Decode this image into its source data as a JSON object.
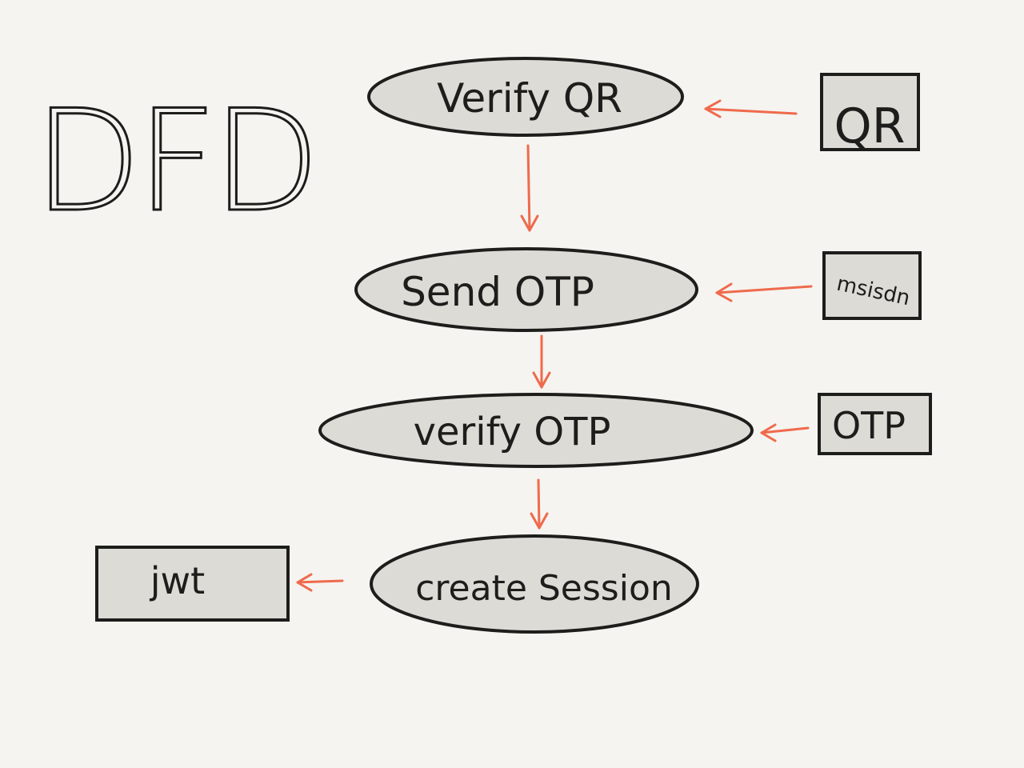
{
  "diagram": {
    "title": "DFD",
    "colors": {
      "background": "#f5f4f0",
      "node_fill": "#dcdbd6",
      "node_stroke": "#1d1d1b",
      "arrow": "#ef6a4c",
      "text": "#1d1d1b"
    },
    "processes": {
      "verify_qr": "Verify QR",
      "send_otp": "Send OTP",
      "verify_otp": "verify OTP",
      "create_session": "create Session"
    },
    "entities": {
      "qr": "QR",
      "msisdn": "msisdn",
      "otp": "OTP",
      "jwt": "jwt"
    }
  }
}
